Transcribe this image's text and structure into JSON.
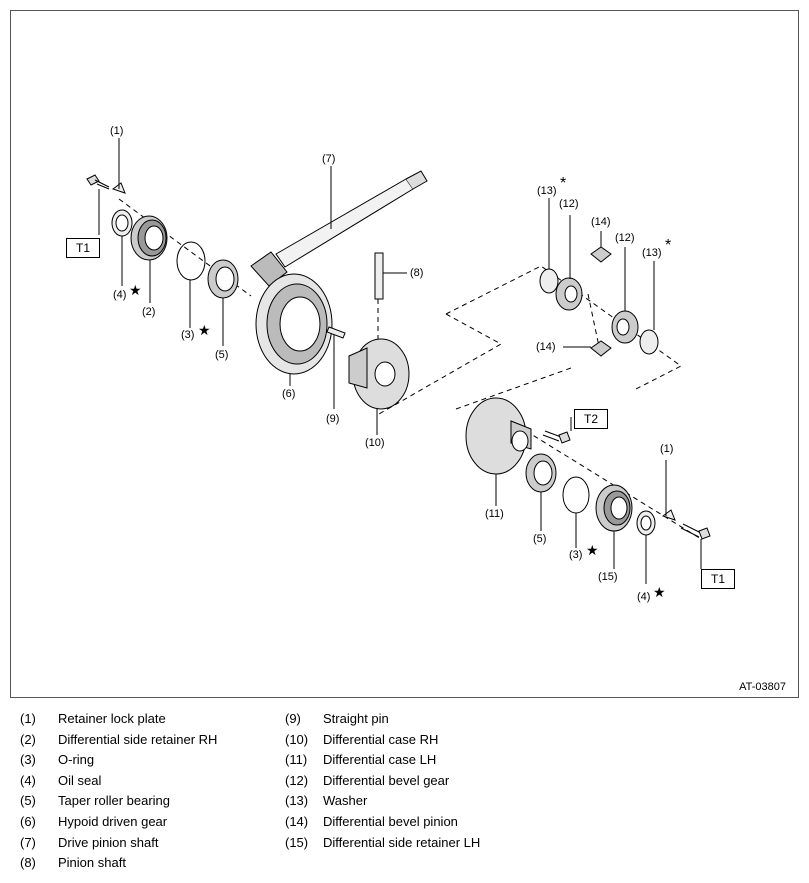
{
  "figure_id": "AT-03807",
  "torque_labels": [
    "T1",
    "T2",
    "T1"
  ],
  "callouts": [
    {
      "key": "c1a",
      "text": "(1)"
    },
    {
      "key": "c1b",
      "text": "(1)"
    },
    {
      "key": "c2",
      "text": "(2)"
    },
    {
      "key": "c3a",
      "text": "(3)"
    },
    {
      "key": "c3b",
      "text": "(3)"
    },
    {
      "key": "c4a",
      "text": "(4)"
    },
    {
      "key": "c4b",
      "text": "(4)"
    },
    {
      "key": "c5a",
      "text": "(5)"
    },
    {
      "key": "c5b",
      "text": "(5)"
    },
    {
      "key": "c6",
      "text": "(6)"
    },
    {
      "key": "c7",
      "text": "(7)"
    },
    {
      "key": "c8",
      "text": "(8)"
    },
    {
      "key": "c9",
      "text": "(9)"
    },
    {
      "key": "c10",
      "text": "(10)"
    },
    {
      "key": "c11",
      "text": "(11)"
    },
    {
      "key": "c12a",
      "text": "(12)"
    },
    {
      "key": "c12b",
      "text": "(12)"
    },
    {
      "key": "c13a",
      "text": "(13)"
    },
    {
      "key": "c13b",
      "text": "(13)"
    },
    {
      "key": "c14a",
      "text": "(14)"
    },
    {
      "key": "c14b",
      "text": "(14)"
    },
    {
      "key": "c15",
      "text": "(15)"
    }
  ],
  "star_mark": "★",
  "asterisk_mark": "*",
  "legend": [
    {
      "num": "(1)",
      "text": "Retainer lock plate"
    },
    {
      "num": "(2)",
      "text": "Differential side retainer RH"
    },
    {
      "num": "(3)",
      "text": "O-ring"
    },
    {
      "num": "(4)",
      "text": "Oil seal"
    },
    {
      "num": "(5)",
      "text": "Taper roller bearing"
    },
    {
      "num": "(6)",
      "text": "Hypoid driven gear"
    },
    {
      "num": "(7)",
      "text": "Drive pinion shaft"
    },
    {
      "num": "(8)",
      "text": "Pinion shaft"
    },
    {
      "num": "(9)",
      "text": "Straight pin"
    },
    {
      "num": "(10)",
      "text": "Differential case RH"
    },
    {
      "num": "(11)",
      "text": "Differential case LH"
    },
    {
      "num": "(12)",
      "text": "Differential bevel gear"
    },
    {
      "num": "(13)",
      "text": "Washer"
    },
    {
      "num": "(14)",
      "text": "Differential bevel pinion"
    },
    {
      "num": "(15)",
      "text": "Differential side retainer LH"
    }
  ]
}
